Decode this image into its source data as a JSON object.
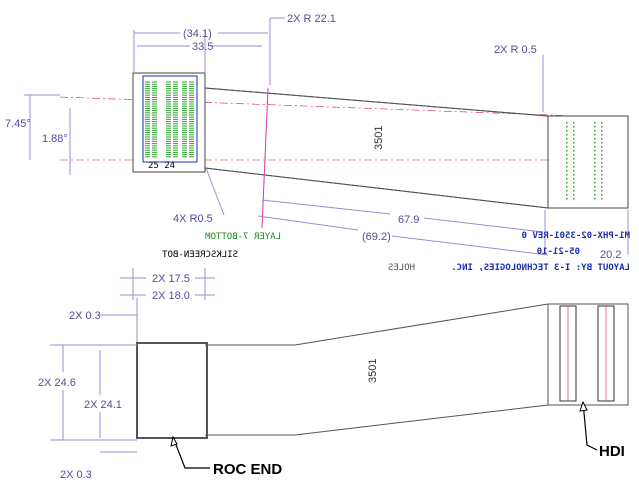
{
  "top_view": {
    "dims": {
      "d34_1": "(34.1)",
      "d33_5": "33.5",
      "r22_1": "2X R 22.1",
      "r0_5": "2X R 0.5",
      "ang7_45": "7.45°",
      "ang1_88": "1.88°",
      "r4x": "4X R0.5",
      "d67_9": "67.9",
      "d69_2": "(69.2)",
      "d20_2": "20.2"
    },
    "center_label": "3501",
    "chip_label": "25 24",
    "layer_label": "LAYER 7-BOTTOM",
    "part_number": "M1-PHX-02-3501-REV 0",
    "date": "05-21-10",
    "layout_by": "LAYOUT BY: I-3 TECHNOLOGIES, INC.",
    "holes": "HOLES",
    "silkscreen": "SILKSCREEN-BOT"
  },
  "bottom_view": {
    "dims": {
      "d17_5": "2X 17.5",
      "d18_0": "2X 18.0",
      "d0_3a": "2X 0.3",
      "d24_6": "2X 24.6",
      "d24_1": "2X 24.1",
      "d0_3b": "2X 0.3"
    },
    "center_label": "3501",
    "roc_end": "ROC END",
    "hdi": "HDI"
  },
  "colors": {
    "dimension": "#a08ad0",
    "centerline": "#dd2244",
    "part_text": "#1a2fb0",
    "layer_text": "#1c8a1c",
    "pads": "#2aa52a"
  }
}
